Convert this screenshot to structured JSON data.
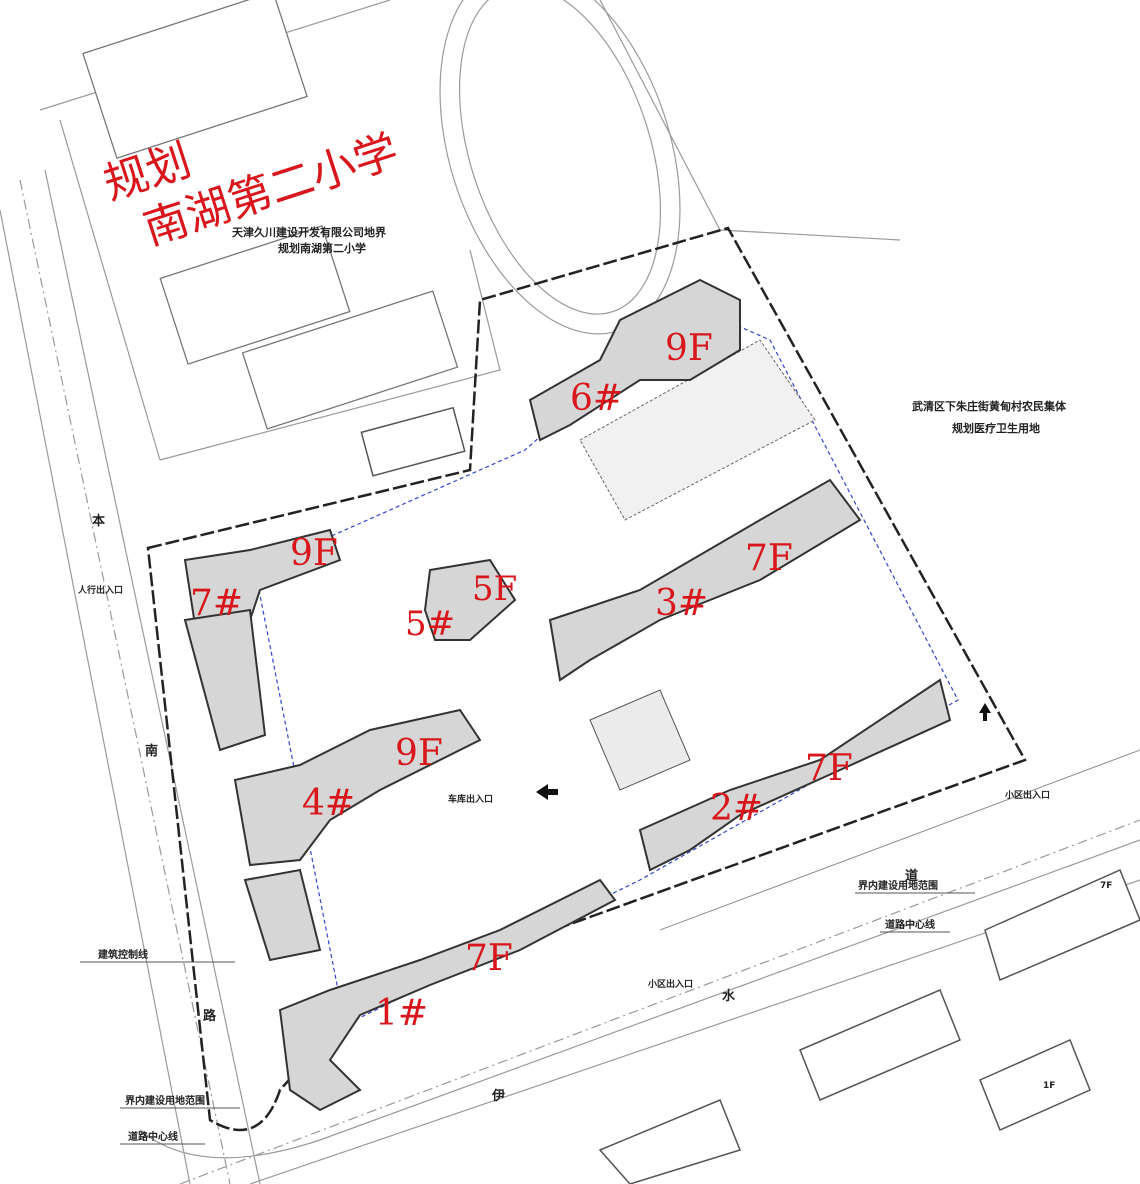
{
  "school": {
    "title_line1": "规划",
    "title_line2": "南湖第二小学",
    "boundary_line1": "天津久川建设开发有限公司地界",
    "boundary_line2": "规划南湖第二小学"
  },
  "east_parcel": {
    "line1": "武清区下朱庄街黄甸村农民集体",
    "line2": "规划医疗卫生用地"
  },
  "buildings": [
    {
      "id": "6#",
      "floors": "9F"
    },
    {
      "id": "7#",
      "floors": "9F"
    },
    {
      "id": "5#",
      "floors": "5F"
    },
    {
      "id": "3#",
      "floors": "7F"
    },
    {
      "id": "4#",
      "floors": "9F"
    },
    {
      "id": "2#",
      "floors": "7F"
    },
    {
      "id": "1#",
      "floors": "7F"
    }
  ],
  "small_labels": {
    "one_floor": "1F",
    "seven_floor": "7F"
  },
  "roads": {
    "west": [
      "本",
      "南",
      "路"
    ],
    "south": [
      "伊",
      "水",
      "道"
    ]
  },
  "entrances": {
    "pedestrian": "人行出入口",
    "community": "小区出入口",
    "garage": "车库出入口"
  },
  "legend": {
    "building_control_line": "建筑控制线",
    "site_boundary": "界内建设用地范围",
    "road_centerline": "道路中心线"
  },
  "colors": {
    "label_red": "#d9161b",
    "building_fill": "#d6d6d6",
    "site_boundary": "#222222",
    "setback_line": "#3344cc"
  }
}
